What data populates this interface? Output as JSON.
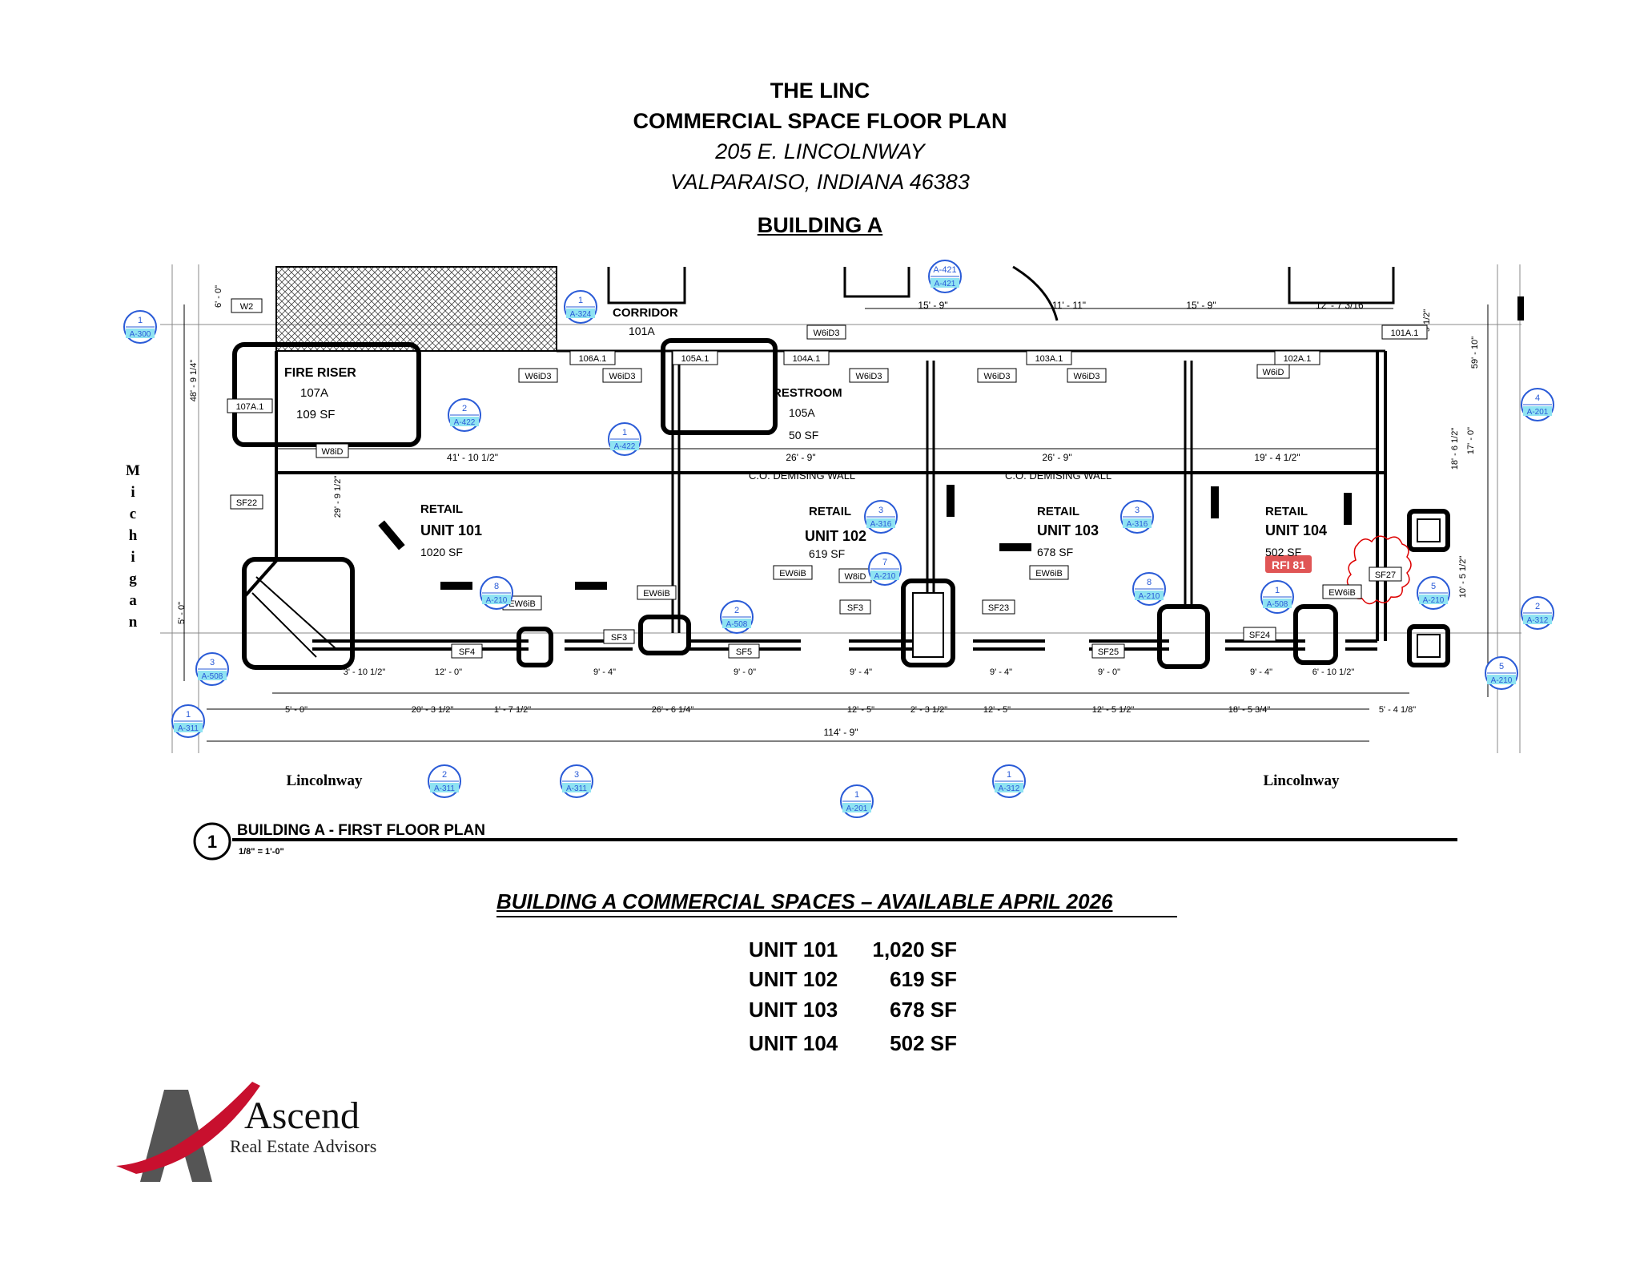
{
  "header": {
    "title": "THE LINC",
    "subtitle": "COMMERCIAL SPACE FLOOR PLAN",
    "address": "205 E. LINCOLNWAY",
    "city": "VALPARAISO, INDIANA 46383",
    "building": "BUILDING A"
  },
  "plan": {
    "drawing_title": "BUILDING A - FIRST FLOOR PLAN",
    "drawing_number": "1",
    "scale": "1/8\" = 1'-0\"",
    "street_left": "Lincolnway",
    "street_right": "Lincolnway",
    "street_side": "Michigan",
    "overall_dim": "114' - 9\"",
    "corridor": {
      "label": "CORRIDOR",
      "number": "101A"
    },
    "fire_riser": {
      "label": "FIRE RISER",
      "number": "107A",
      "area": "109 SF"
    },
    "restroom": {
      "label": "RESTROOM",
      "number": "105A",
      "area": "50 SF"
    },
    "demising_1": "C.O. DEMISING WALL",
    "demising_2": "C.O. DEMISING WALL",
    "units": [
      {
        "use": "RETAIL",
        "name": "UNIT 101",
        "area": "1020 SF"
      },
      {
        "use": "RETAIL",
        "name": "UNIT 102",
        "area": "619 SF"
      },
      {
        "use": "RETAIL",
        "name": "UNIT 103",
        "area": "678 SF"
      },
      {
        "use": "RETAIL",
        "name": "UNIT 104",
        "area": "502 SF"
      }
    ],
    "rfi": "RFI 81",
    "top_dims": [
      "15' - 9\"",
      "11' - 11\"",
      "15' - 9\"",
      "12' - 7 3/16\""
    ],
    "interior_dims": [
      "41' - 10 1/2\"",
      "26' - 9\"",
      "26' - 9\"",
      "19' - 4 1/2\""
    ],
    "bottom_dims_1": [
      "3' - 10 1/2\"",
      "12' - 0\"",
      "9' - 4\"",
      "9' - 0\"",
      "9' - 4\"",
      "9' - 4\"",
      "9' - 0\"",
      "9' - 4\"",
      "6' - 10 1/2\""
    ],
    "bottom_dims_2": [
      "5' - 0\"",
      "20' - 3 1/2\"",
      "1' - 7 1/2\"",
      "26' - 6 1/4\"",
      "12' - 5\"",
      "2' - 3 1/2\"",
      "12' - 5\"",
      "12' - 5 1/2\"",
      "18' - 5 3/4\"",
      "5' - 4 1/8\""
    ],
    "left_dims": [
      "6' - 0\"",
      "48' - 9 1/4\"",
      "29' - 9 1/2\"",
      "5' - 0\""
    ],
    "right_dims": [
      "9 1/2\"",
      "59' - 10\"",
      "18' - 6 1/2\"",
      "17' - 0\"",
      "10' - 5 1/2\""
    ],
    "wall_tags": [
      "W2",
      "W6iD3",
      "W6iD3",
      "W6iD3",
      "W6iD3",
      "W6iD3",
      "W6iD3",
      "W6iD",
      "W8iD",
      "W8iD",
      "EW6iB",
      "EW6iB",
      "EW6iB",
      "EW6iB",
      "EW6iB"
    ],
    "door_tags": [
      "107A.1",
      "106A.1",
      "105A.1",
      "104A.1",
      "103A.1",
      "102A.1",
      "101A.1"
    ],
    "storefront_tags": [
      "SF22",
      "SF4",
      "SF3",
      "SF5",
      "SF3",
      "SF23",
      "SF25",
      "SF24",
      "SF27"
    ],
    "callouts": [
      {
        "num": "1",
        "sheet": "A-300"
      },
      {
        "num": "1",
        "sheet": "A-324"
      },
      {
        "num": "2",
        "sheet": "A-422"
      },
      {
        "num": "1",
        "sheet": "A-422"
      },
      {
        "num": "A-421",
        "sheet": "A-421"
      },
      {
        "num": "4",
        "sheet": "A-201"
      },
      {
        "num": "3",
        "sheet": "A-316"
      },
      {
        "num": "3",
        "sheet": "A-316"
      },
      {
        "num": "8",
        "sheet": "A-210"
      },
      {
        "num": "7",
        "sheet": "A-210"
      },
      {
        "num": "8",
        "sheet": "A-210"
      },
      {
        "num": "2",
        "sheet": "A-508"
      },
      {
        "num": "1",
        "sheet": "A-508"
      },
      {
        "num": "5",
        "sheet": "A-210"
      },
      {
        "num": "5",
        "sheet": "A-210"
      },
      {
        "num": "2",
        "sheet": "A-312"
      },
      {
        "num": "3",
        "sheet": "A-508"
      },
      {
        "num": "1",
        "sheet": "A-311"
      },
      {
        "num": "2",
        "sheet": "A-311"
      },
      {
        "num": "3",
        "sheet": "A-311"
      },
      {
        "num": "1",
        "sheet": "A-201"
      },
      {
        "num": "1",
        "sheet": "A-312"
      }
    ]
  },
  "availability": {
    "heading": "BUILDING A COMMERCIAL SPACES – AVAILABLE  APRIL 2026",
    "rows": [
      {
        "unit": "UNIT 101",
        "area": "1,020 SF"
      },
      {
        "unit": "UNIT 102",
        "area": "619 SF"
      },
      {
        "unit": "UNIT 103",
        "area": "678 SF"
      },
      {
        "unit": "UNIT 104",
        "area": "502 SF"
      }
    ]
  },
  "logo": {
    "name": "Ascend",
    "tagline": "Real Estate Advisors",
    "colors": {
      "red": "#c8102e",
      "gray": "#555555"
    }
  }
}
